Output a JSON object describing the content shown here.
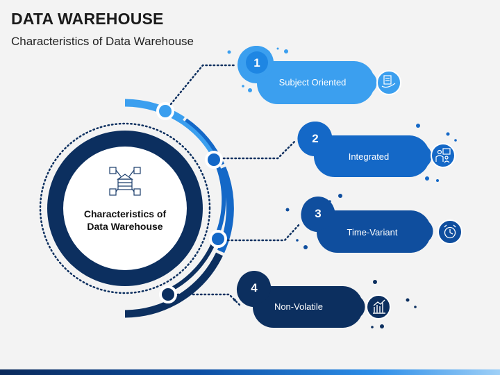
{
  "header": {
    "title": "DATA WAREHOUSE",
    "subtitle": "Characteristics of Data Warehouse"
  },
  "center": {
    "line1": "Characteristics of",
    "line2": "Data Warehouse",
    "icon": "server-network-icon"
  },
  "items": [
    {
      "number": "1",
      "label": "Subject Oriented",
      "icon": "document-hand-icon",
      "color": "#3b9fef"
    },
    {
      "number": "2",
      "label": "Integrated",
      "icon": "team-board-icon",
      "color": "#1468c7"
    },
    {
      "number": "3",
      "label": "Time-Variant",
      "icon": "alarm-clock-icon",
      "color": "#0f4e9e"
    },
    {
      "number": "4",
      "label": "Non-Volatile",
      "icon": "bar-chart-icon",
      "color": "#0c2f5f"
    }
  ],
  "colors": {
    "navy": "#0c2f5f",
    "blue": "#1468c7",
    "light_blue": "#3b9fef",
    "background": "#f3f3f3"
  }
}
